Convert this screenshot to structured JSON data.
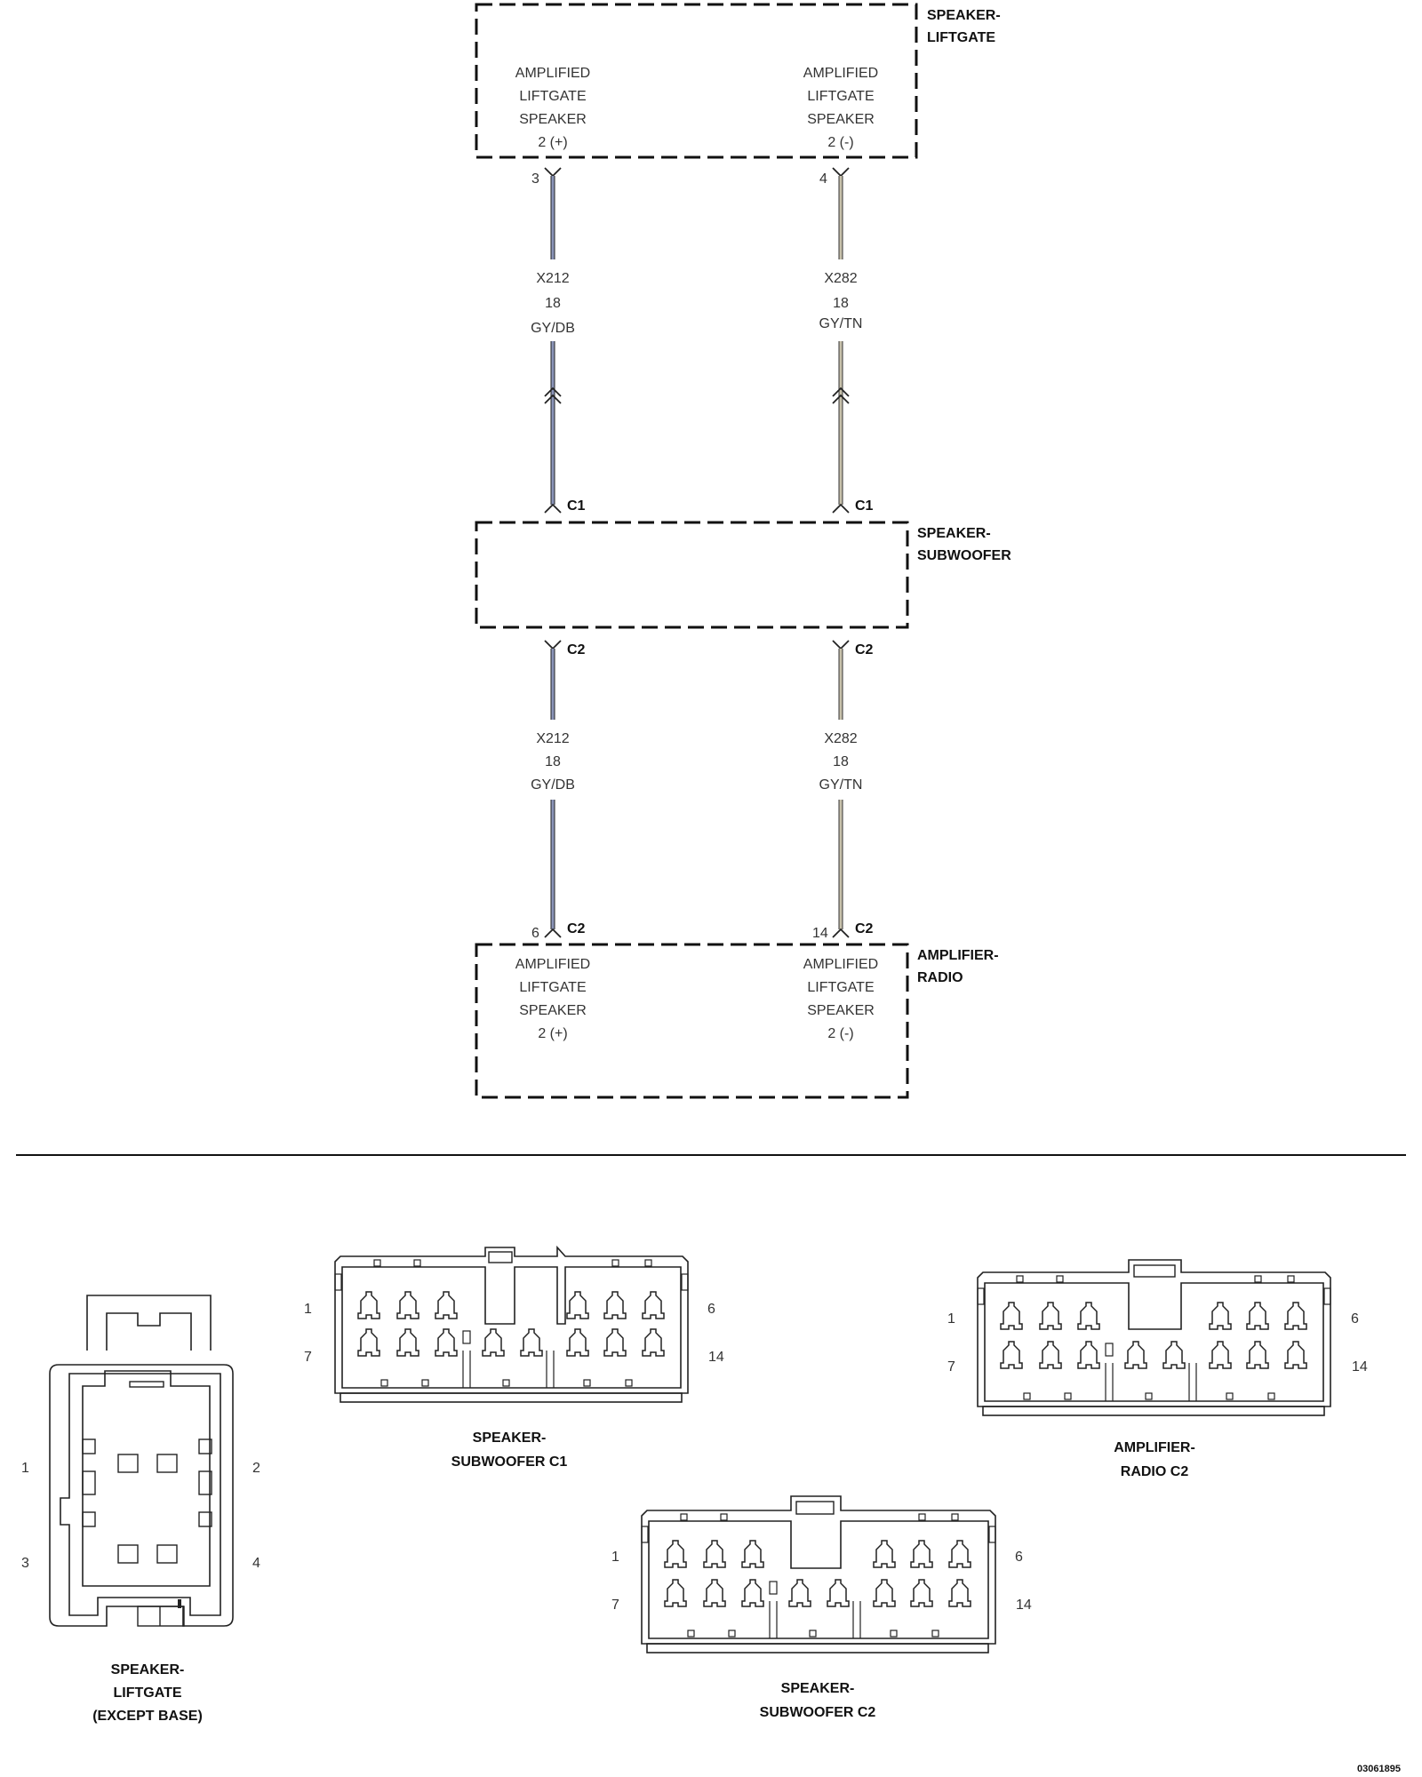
{
  "components": {
    "liftgate": {
      "name": [
        "SPEAKER-",
        "LIFTGATE"
      ],
      "pin_left": [
        "AMPLIFIED",
        "LIFTGATE",
        "SPEAKER",
        "2 (+)"
      ],
      "pin_right": [
        "AMPLIFIED",
        "LIFTGATE",
        "SPEAKER",
        "2 (-)"
      ]
    },
    "subwoofer": {
      "name": [
        "SPEAKER-",
        "SUBWOOFER"
      ]
    },
    "amplifier": {
      "name": [
        "AMPLIFIER-",
        "RADIO"
      ],
      "pin_left": [
        "AMPLIFIED",
        "LIFTGATE",
        "SPEAKER",
        "2 (+)"
      ],
      "pin_right": [
        "AMPLIFIED",
        "LIFTGATE",
        "SPEAKER",
        "2 (-)"
      ]
    }
  },
  "pins": {
    "lg_left": "3",
    "lg_right": "4",
    "amp_left": "6",
    "amp_right": "14"
  },
  "connectors": {
    "c1": "C1",
    "c2": "C2"
  },
  "wires": {
    "left": {
      "circuit": "X212",
      "gauge": "18",
      "color": "GY/DB",
      "color_hex": "#8a94b8"
    },
    "right": {
      "circuit": "X282",
      "gauge": "18",
      "color": "GY/TN",
      "color_hex": "#c8c2ac"
    }
  },
  "views": {
    "liftgate": {
      "name": [
        "SPEAKER-",
        "LIFTGATE",
        "(EXCEPT BASE)"
      ],
      "pins": [
        "1",
        "2",
        "3",
        "4"
      ]
    },
    "sub_c1": {
      "name": [
        "SPEAKER-",
        "SUBWOOFER C1"
      ],
      "pins": [
        "1",
        "6",
        "7",
        "14"
      ]
    },
    "amp_c2": {
      "name": [
        "AMPLIFIER-",
        "RADIO C2"
      ],
      "pins": [
        "1",
        "6",
        "7",
        "14"
      ]
    },
    "sub_c2": {
      "name": [
        "SPEAKER-",
        "SUBWOOFER C2"
      ],
      "pins": [
        "1",
        "6",
        "7",
        "14"
      ]
    }
  },
  "figure_id": "03061895"
}
